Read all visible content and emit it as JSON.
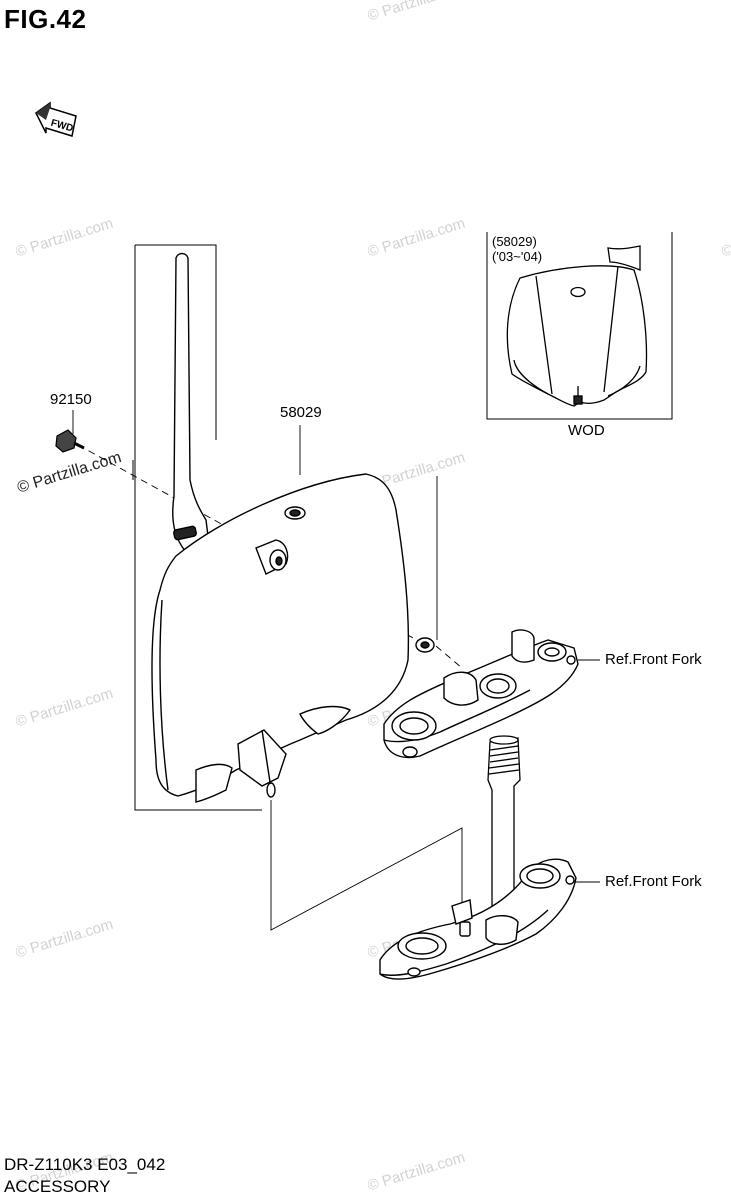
{
  "figure": {
    "title": "FIG.42",
    "fwd_label": "FWD"
  },
  "parts": {
    "bolt": "92150",
    "number_plate": "58029"
  },
  "inset": {
    "part_ref": "(58029)",
    "years": "('03~'04)",
    "caption": "WOD"
  },
  "references": {
    "upper": "Ref.Front Fork",
    "lower": "Ref.Front Fork"
  },
  "footer": {
    "model": "DR-Z110K3 E03_042",
    "section": "ACCESSORY"
  },
  "watermark": {
    "text": "© Partzilla.com"
  }
}
